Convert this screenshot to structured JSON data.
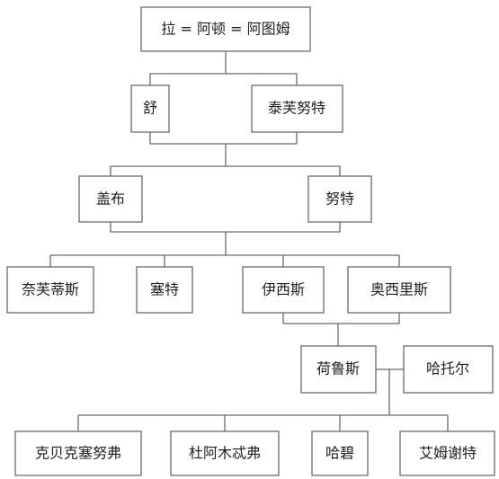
{
  "diagram": {
    "type": "family-tree",
    "colors": {
      "line": "#6b6b6b",
      "box_border": "#6b6b6b",
      "box_fill": "#ffffff",
      "text": "#1f1f1f"
    },
    "nodes": {
      "ra": "拉 = 阿顿 = 阿图姆",
      "shu": "舒",
      "tefnut": "泰芙努特",
      "geb": "盖布",
      "nut": "努特",
      "nephthys": "奈芙蒂斯",
      "seth": "塞特",
      "isis": "伊西斯",
      "osiris": "奥西里斯",
      "horus": "荷鲁斯",
      "hathor": "哈托尔",
      "khepri": "克贝克塞努弗",
      "duamutef": "杜阿木忒弗",
      "hapi": "哈碧",
      "imsety": "艾姆谢特"
    }
  }
}
